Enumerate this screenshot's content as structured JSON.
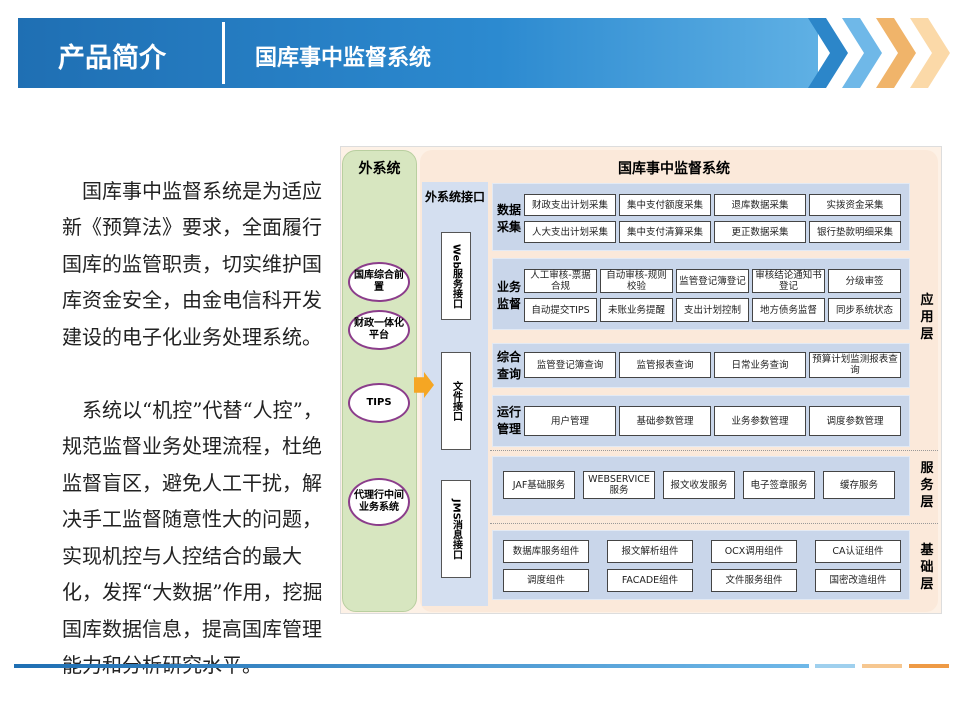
{
  "header": {
    "section": "产品简介",
    "title": "国库事中监督系统"
  },
  "intro": [
    "国库事中监督系统是为适应新《预算法》要求，全面履行国库的监管职责，切实维护国库资金安全，由金电信科开发建设的电子化业务处理系统。",
    "系统以“机控”代替“人控”，规范监督业务处理流程，杜绝监督盲区，避免人工干扰，解决手工监督随意性大的问题，实现机控与人控结合的最大化，发挥“大数据”作用，挖掘国库数据信息，提高国库管理能力和分析研究水平。"
  ],
  "diagram": {
    "external": {
      "title": "外系统",
      "items": [
        "国库综合前置",
        "财政一体化平台",
        "TIPS",
        "代理行中间业务系统"
      ]
    },
    "title": "国库事中监督系统",
    "interface": {
      "title": "外系统接口",
      "items": [
        "Web服务接口",
        "文件接口",
        "JMS消息接口"
      ]
    },
    "layers": {
      "app": "应用层",
      "service": "服务层",
      "base": "基础层"
    },
    "data_collection": {
      "label": "数据采集",
      "cells": [
        "财政支出计划采集",
        "集中支付额度采集",
        "退库数据采集",
        "实拨资金采集",
        "人大支出计划采集",
        "集中支付清算采集",
        "更正数据采集",
        "银行垫款明细采集"
      ]
    },
    "supervision": {
      "label": "业务监督",
      "cells": [
        "人工审核-票据合规",
        "自动审核-规则校验",
        "监管登记簿登记",
        "审核结论通知书登记",
        "分级审签",
        "自动提交TIPS",
        "未账业务提醒",
        "支出计划控制",
        "地方债务监督",
        "同步系统状态"
      ]
    },
    "query": {
      "label": "综合查询",
      "cells": [
        "监管登记簿查询",
        "监管报表查询",
        "日常业务查询",
        "预算计划监测报表查询"
      ]
    },
    "ops": {
      "label": "运行管理",
      "cells": [
        "用户管理",
        "基础参数管理",
        "业务参数管理",
        "调度参数管理"
      ]
    },
    "services": [
      "JAF基础服务",
      "WEBSERVICE服务",
      "报文收发服务",
      "电子签章服务",
      "缓存服务"
    ],
    "base": [
      "数据库服务组件",
      "报文解析组件",
      "OCX调用组件",
      "CA认证组件",
      "调度组件",
      "FACADE组件",
      "文件服务组件",
      "国密改造组件"
    ]
  }
}
